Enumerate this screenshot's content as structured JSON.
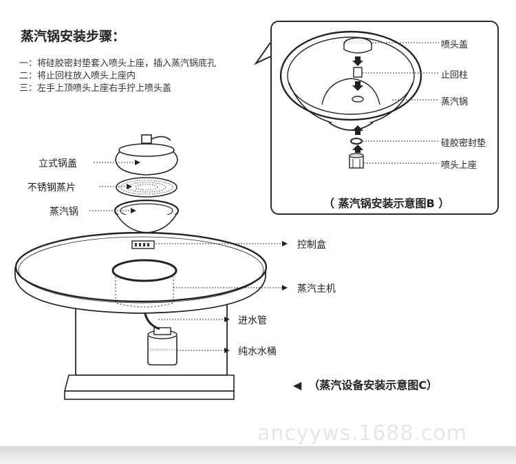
{
  "title": "蒸汽锅安装步骤：",
  "steps": [
    "一：将硅胶密封垫套入喷头上座，插入蒸汽锅底孔",
    "二：将止回柱放入喷头上座内",
    "三：左手上顶喷头上座右手拧上喷头盖"
  ],
  "diagram_b": {
    "labels": [
      "喷头盖",
      "止回柱",
      "蒸汽锅",
      "硅胶密封垫",
      "喷头上座"
    ],
    "caption": "（ 蒸汽锅安装示意图B ）"
  },
  "diagram_c": {
    "left_labels": [
      "立式锅盖",
      "不锈钢蒸片",
      "蒸汽锅"
    ],
    "right_labels": [
      "控制盒",
      "蒸汽主机",
      "进水管",
      "纯水水桶"
    ],
    "caption": "（蒸汽设备安装示意图C）"
  },
  "watermark": "ancyyws.1688.com"
}
